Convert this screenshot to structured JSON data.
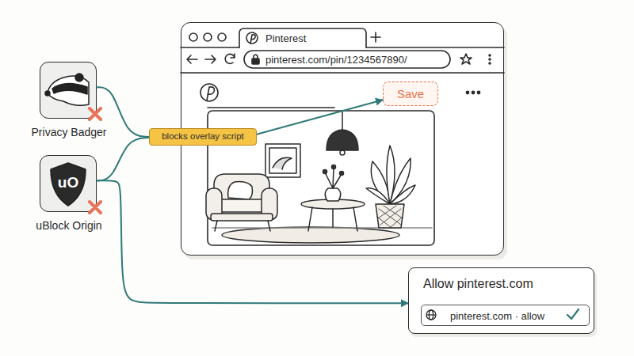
{
  "diagram": {
    "nodes": [
      {
        "text": [
          "Pinterest",
          "pinterest.com/pin/1234567890/"
        ]
      },
      {
        "text": [
          "Save"
        ],
        "in": 0
      },
      {
        "text": [
          "Privacy Badger"
        ]
      },
      {
        "text": [
          "blocks overlay script"
        ]
      },
      {
        "text": [
          "uBlock Origin"
        ]
      },
      {
        "text": [
          "Allow pinterest.com"
        ]
      },
      {
        "text": [
          "pinterest.com · allow"
        ],
        "in": 5
      }
    ],
    "edges": [
      {
        "from": 2,
        "to": 3,
        "arrow": "none"
      },
      {
        "from": 4,
        "to": 3,
        "arrow": "none"
      },
      {
        "from": 3,
        "to": 1,
        "arrow": "to"
      },
      {
        "from": 4,
        "to": 5,
        "arrow": "to"
      }
    ],
    "labels": [
      "uO"
    ]
  }
}
